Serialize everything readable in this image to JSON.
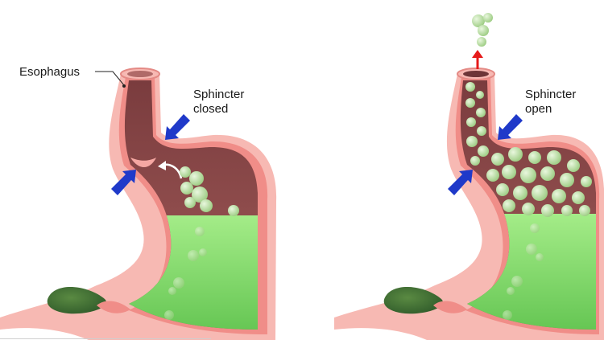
{
  "labels": {
    "esophagus": "Esophagus",
    "left_state_line1": "Sphincter",
    "left_state_line2": "closed",
    "right_state_line1": "Sphincter",
    "right_state_line2": "open"
  },
  "colors": {
    "tissue": "#f7b9b3",
    "lining": "#f08d88",
    "cavity": "#8e4b4c",
    "liquid": "#93e27d",
    "bubble": "#c9e7b6",
    "arrow_pressure": "#1f39c9",
    "arrow_escape": "#e61a1a",
    "outline": "#222222"
  },
  "icons": [
    "pressure-arrow-icon",
    "reflux-arrow-icon",
    "escape-arrow-icon",
    "gas-bubble-icon"
  ]
}
